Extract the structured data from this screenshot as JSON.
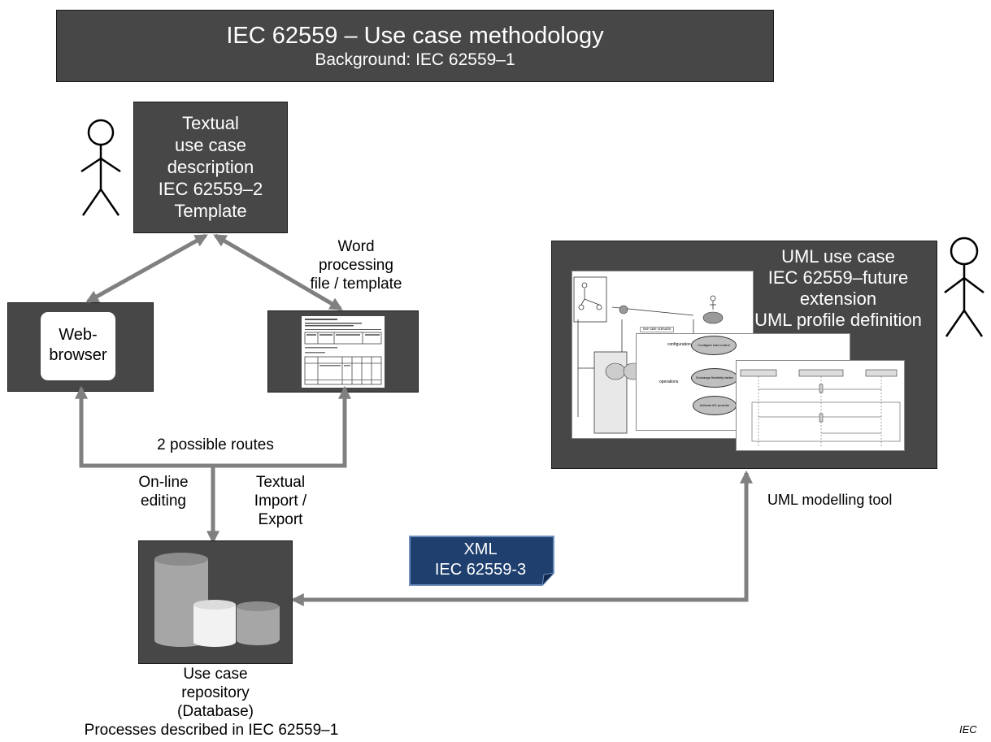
{
  "header": {
    "title": "IEC 62559 – Use case methodology",
    "subtitle": "Background: IEC 62559–1"
  },
  "textual_box": {
    "lines": [
      "Textual",
      "use case",
      "description",
      "IEC 62559–2",
      "Template"
    ]
  },
  "web_browser": {
    "label_lines": [
      "Web-",
      "browser"
    ]
  },
  "word_processing": {
    "label_lines": [
      "Word",
      "processing",
      "file / template"
    ]
  },
  "uml_box": {
    "lines": [
      "UML use case",
      "IEC 62559–future",
      "extension",
      "UML profile definition"
    ],
    "inner_labels": {
      "panel_title": "use case scenario",
      "configuration": "configuration",
      "operations": "operations",
      "ellipse_1": "Configure load control",
      "ellipse_2": "Exchange flexibility tables",
      "ellipse_3": "Activate AG provider"
    }
  },
  "uml_tool_label": "UML modelling tool",
  "routes_label": "2 possible routes",
  "online_editing": [
    "On-line",
    "editing"
  ],
  "textual_import": [
    "Textual",
    "Import /",
    "Export"
  ],
  "xml_note": {
    "lines": [
      "XML",
      "IEC 62559-3"
    ]
  },
  "repository": {
    "lines": [
      "Use case",
      "repository",
      "(Database)"
    ],
    "processes": "Processes described in IEC 62559–1"
  },
  "figure_tag": "IEC",
  "colors": {
    "dark_box": "#474747",
    "arrow": "#808080",
    "xml_note_fill": "#1f3f6e",
    "xml_note_border": "#6f8fbf"
  }
}
